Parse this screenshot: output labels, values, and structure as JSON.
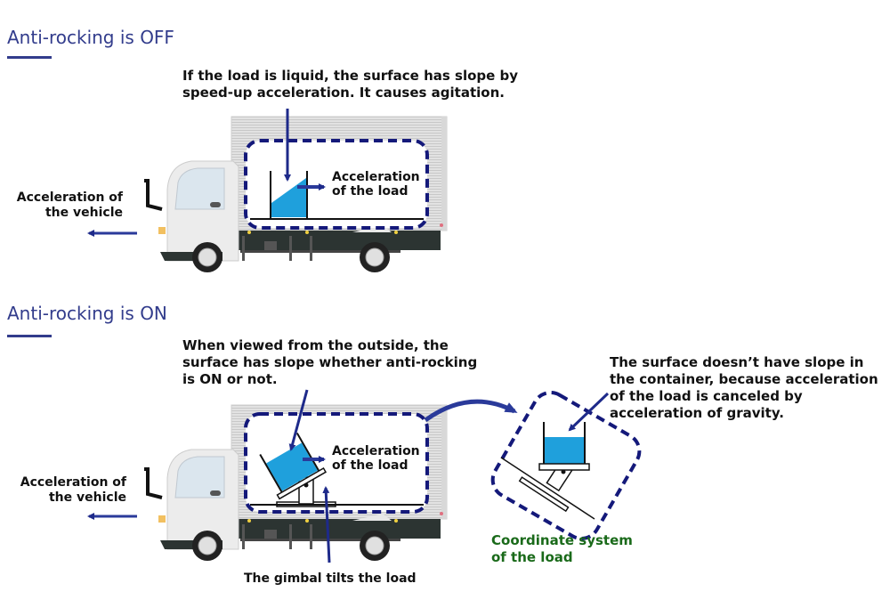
{
  "sections": {
    "off": {
      "heading": "Anti-rocking is OFF",
      "callout": "If the load is liquid, the surface has slope by\nspeed-up acceleration. It causes agitation.",
      "vehicle_accel_label": "Acceleration of\nthe vehicle",
      "load_accel_label": "Acceleration\nof the load"
    },
    "on": {
      "heading": "Anti-rocking is ON",
      "callout_outside": "When viewed from the outside, the\nsurface has slope whether anti-rocking\nis ON or not.",
      "vehicle_accel_label": "Acceleration of\nthe vehicle",
      "load_accel_label": "Acceleration\nof the load",
      "gimbal_label": "The gimbal tilts the load",
      "callout_inside": "The surface doesn’t have slope in\nthe container, because acceleration\nof the load is canceled by\nacceleration of gravity.",
      "coordinate_label": "Coordinate system\nof the load"
    }
  },
  "colors": {
    "heading": "#323c8c",
    "arrow": "#1e2a8a",
    "dash": "#14197a",
    "liquid": "#1fa0dc",
    "green_text": "#1a6a1a",
    "truck_body": "#e6e6e6",
    "chassis": "#2c3432"
  }
}
